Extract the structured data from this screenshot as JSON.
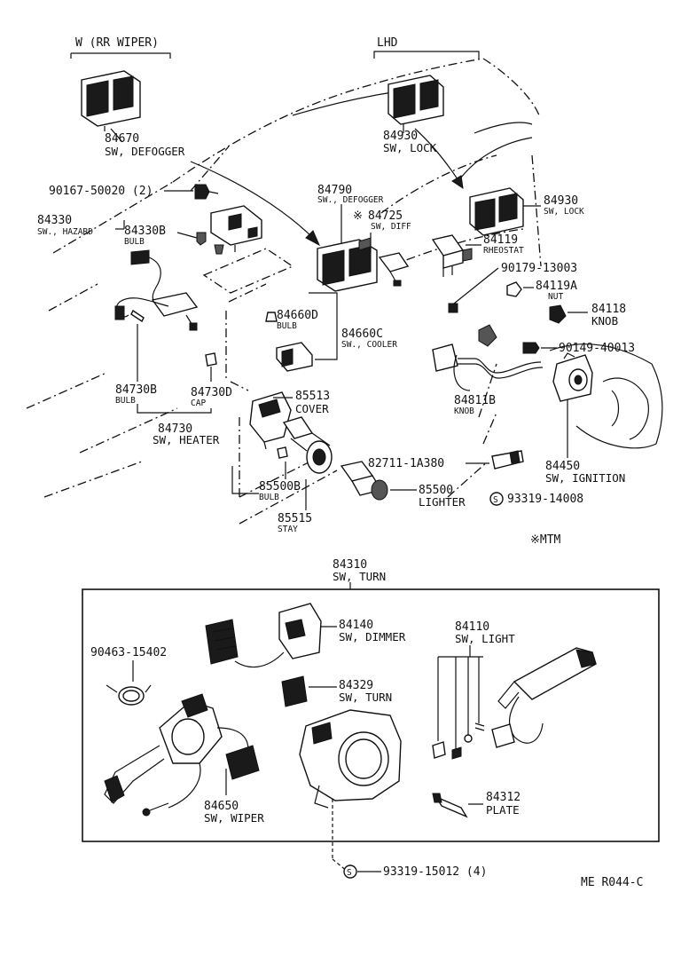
{
  "labels": {
    "w_rr_wiper": "W (RR WIPER)",
    "lhd": "LHD",
    "p84670": "84670",
    "p84670_name": "SW, DEFOGGER",
    "p84930a": "84930",
    "p84930a_name": "SW, LOCK",
    "p90167": "90167-50020 (2)",
    "p84790": "84790",
    "p84790_name": "SW., DEFOGGER",
    "p84725": "84725",
    "p84725_mark": "※",
    "p84725_name": "SW, DIFF",
    "p84930b": "84930",
    "p84930b_name": "SW, LOCK",
    "p84330": "84330",
    "p84330_name": "SW., HAZARD",
    "p84330b": "84330B",
    "p84330b_name": "BULB",
    "p84119": "84119",
    "p84119_name": "RHEOSTAT",
    "p90179": "90179-13003",
    "p84119a": "84119A",
    "p84119a_name": "NUT",
    "p84118": "84118",
    "p84118_name": "KNOB",
    "p84660d": "84660D",
    "p84660d_name": "BULB",
    "p84660c": "84660C",
    "p84660c_name": "SW., COOLER",
    "p90149": "90149-40013",
    "p84730b": "84730B",
    "p84730b_name": "BULB",
    "p84730d": "84730D",
    "p84730d_name": "CAP",
    "p85513": "85513",
    "p85513_name": "COVER",
    "p84811b": "84811B",
    "p84811b_name": "KNOB",
    "p84730": "84730",
    "p84730_name": "SW, HEATER",
    "p84450": "84450",
    "p84450_name": "SW, IGNITION",
    "p82711": "82711-1A380",
    "p85500b": "85500B",
    "p85500b_name": "BULB",
    "p85500": "85500",
    "p85500_name": "LIGHTER",
    "p93319a": "93319-14008",
    "p85515": "85515",
    "p85515_name": "STAY",
    "mtm_note": "※MTM",
    "p84310": "84310",
    "p84310_name": "SW, TURN",
    "p84140": "84140",
    "p84140_name": "SW, DIMMER",
    "p84110": "84110",
    "p84110_name": "SW, LIGHT",
    "p90463": "90463-15402",
    "p84329": "84329",
    "p84329_name": "SW, TURN",
    "p84650": "84650",
    "p84650_name": "SW, WIPER",
    "p84312": "84312",
    "p84312_name": "PLATE",
    "p93319b": "93319-15012 (4)",
    "s_mark": "S",
    "drawing_code": "ME R044-C"
  }
}
